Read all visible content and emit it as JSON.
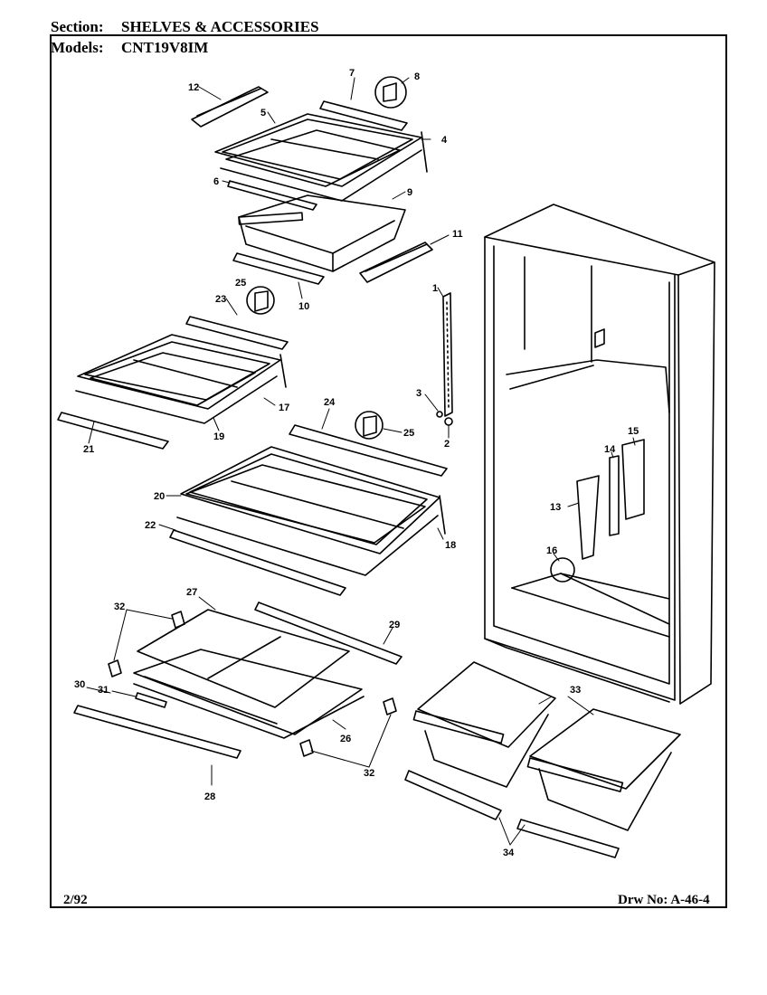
{
  "header": {
    "section_label": "Section:",
    "section_value": "SHELVES & ACCESSORIES",
    "models_label": "Models:",
    "models_value": "CNT19V8IM"
  },
  "footer": {
    "date": "2/92",
    "drawing_number": "Drw No: A-46-4"
  },
  "parts": [
    {
      "id": "12",
      "label": "12"
    },
    {
      "id": "7",
      "label": "7"
    },
    {
      "id": "8",
      "label": "8"
    },
    {
      "id": "5",
      "label": "5"
    },
    {
      "id": "4",
      "label": "4"
    },
    {
      "id": "6",
      "label": "6"
    },
    {
      "id": "9",
      "label": "9"
    },
    {
      "id": "11",
      "label": "11"
    },
    {
      "id": "10",
      "label": "10"
    },
    {
      "id": "25a",
      "label": "25"
    },
    {
      "id": "23",
      "label": "23"
    },
    {
      "id": "1",
      "label": "1"
    },
    {
      "id": "17",
      "label": "17"
    },
    {
      "id": "3",
      "label": "3"
    },
    {
      "id": "19",
      "label": "19"
    },
    {
      "id": "21",
      "label": "21"
    },
    {
      "id": "24",
      "label": "24"
    },
    {
      "id": "25b",
      "label": "25"
    },
    {
      "id": "2",
      "label": "2"
    },
    {
      "id": "15",
      "label": "15"
    },
    {
      "id": "14",
      "label": "14"
    },
    {
      "id": "20",
      "label": "20"
    },
    {
      "id": "13",
      "label": "13"
    },
    {
      "id": "22",
      "label": "22"
    },
    {
      "id": "18",
      "label": "18"
    },
    {
      "id": "16",
      "label": "16"
    },
    {
      "id": "27",
      "label": "27"
    },
    {
      "id": "32a",
      "label": "32"
    },
    {
      "id": "29",
      "label": "29"
    },
    {
      "id": "30",
      "label": "30"
    },
    {
      "id": "31",
      "label": "31"
    },
    {
      "id": "33",
      "label": "33"
    },
    {
      "id": "26",
      "label": "26"
    },
    {
      "id": "32b",
      "label": "32"
    },
    {
      "id": "28",
      "label": "28"
    },
    {
      "id": "34",
      "label": "34"
    }
  ]
}
